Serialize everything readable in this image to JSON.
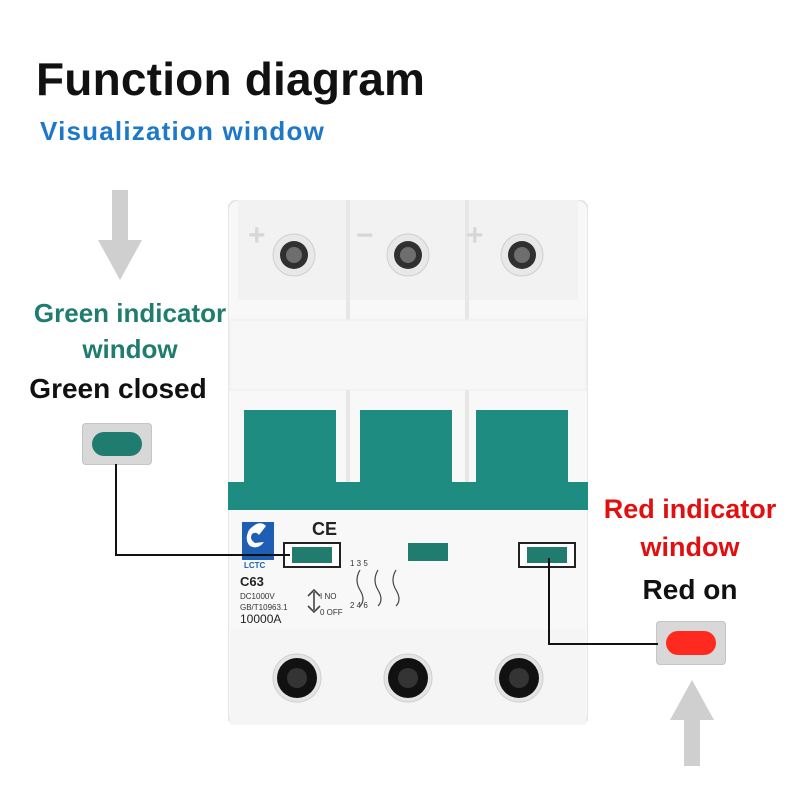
{
  "header": {
    "title": "Function diagram",
    "subtitle": "Visualization window"
  },
  "callouts": {
    "green": {
      "label_line1": "Green indicator",
      "label_line2": "window",
      "state": "Green closed"
    },
    "red": {
      "label_line1": "Red indicator",
      "label_line2": "window",
      "state": "Red on"
    }
  },
  "breaker": {
    "terminal_top_marks": [
      "+",
      "−",
      "+"
    ],
    "model": "C63",
    "rating_line": "DC1000V",
    "standard_line": "GB/T10963.1",
    "capacity_line": "10000A",
    "switch_on": "I NO",
    "switch_off": "0 OFF",
    "ce_mark": "CE",
    "brand": "LCTC",
    "pole_labels_top": "1  3  5",
    "pole_labels_bottom": "2  4  6"
  },
  "colors": {
    "title": "#111111",
    "subtitle": "#1e78c8",
    "green_text": "#1f7c6e",
    "red_text": "#e01010",
    "breaker_teal": "#1e8c80",
    "green_indicator": "#1f7c6e",
    "red_indicator": "#ff2a1f",
    "arrow_gray": "#d0d0d0"
  }
}
